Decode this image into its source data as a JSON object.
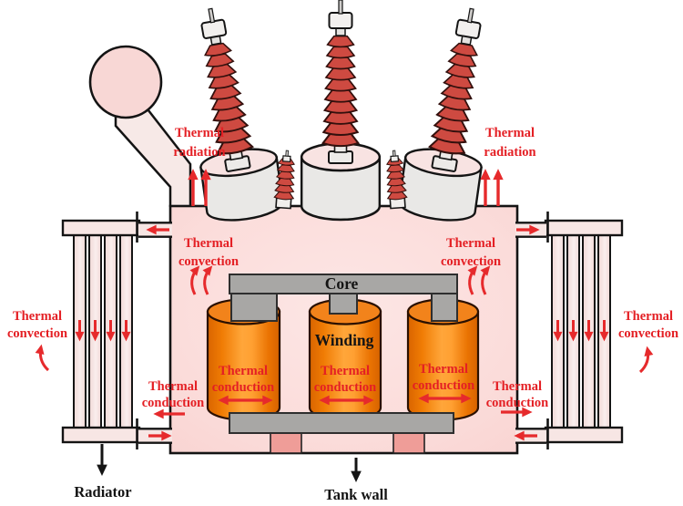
{
  "labels": {
    "thermal": "Thermal",
    "radiation": "radiation",
    "convection": "convection",
    "conduction": "conduction",
    "core": "Core",
    "winding": "Winding",
    "radiator": "Radiator",
    "tank_wall": "Tank wall"
  },
  "colors": {
    "label_red": "#e41f24",
    "arrow_red": "#e62a2c",
    "tank_pink": "#fbdcda",
    "conservator_pink": "#f8d7d5",
    "radiator_pink": "#f5e0de",
    "pipe_pink": "#f7e9e7",
    "bushing_red": "#ce4a41",
    "turret_gray": "#e9e8e6",
    "turret_top_pink": "#f8e3e2",
    "core_gray": "#a8a7a5",
    "winding_orange": "#f58300",
    "support_salmon": "#ef9d98",
    "outline_black": "#141414"
  }
}
